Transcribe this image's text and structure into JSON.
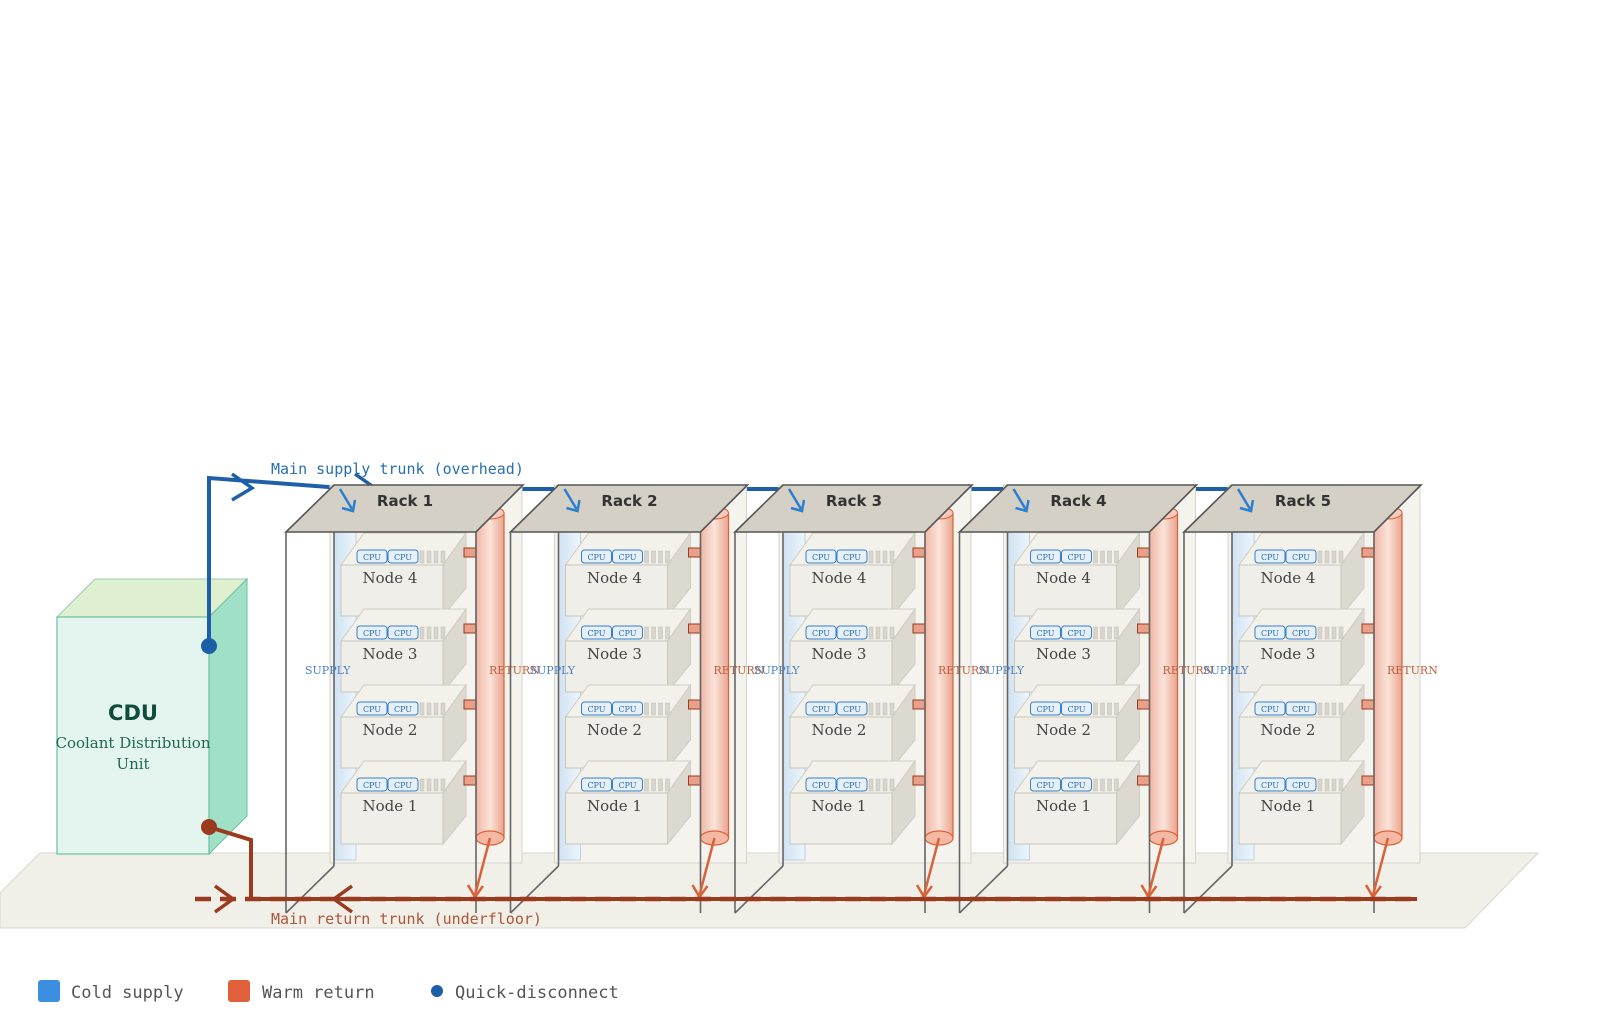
{
  "cdu": {
    "title": "CDU",
    "subtitle_line1": "Coolant Distribution",
    "subtitle_line2": "Unit"
  },
  "trunks": {
    "supply": "Main supply trunk (overhead)",
    "return": "Main return trunk (underfloor)"
  },
  "racks": [
    {
      "label": "Rack 1",
      "supply_label": "SUPPLY",
      "return_label": "RETURN"
    },
    {
      "label": "Rack 2",
      "supply_label": "SUPPLY",
      "return_label": "RETURN"
    },
    {
      "label": "Rack 3",
      "supply_label": "SUPPLY",
      "return_label": "RETURN"
    },
    {
      "label": "Rack 4",
      "supply_label": "SUPPLY",
      "return_label": "RETURN"
    },
    {
      "label": "Rack 5",
      "supply_label": "SUPPLY",
      "return_label": "RETURN"
    }
  ],
  "nodes": [
    "Node 4",
    "Node 3",
    "Node 2",
    "Node 1"
  ],
  "cpu_label": "CPU",
  "legend": [
    {
      "label": "Cold supply",
      "color": "#3a8fe0"
    },
    {
      "label": "Warm return",
      "color": "#e0603a"
    },
    {
      "label": "Quick-disconnect",
      "color": "#1a5fa8"
    }
  ],
  "colors": {
    "supply": "#1f5fa8",
    "return": "#9a3a1e",
    "return_arrow": "#d9623a",
    "cdu_front": "#e3f5ee",
    "cdu_side": "#9fe0c6",
    "cdu_top": "#dff0d0",
    "rack_top": "#d4d0c6",
    "floor": "#f0efe8"
  }
}
